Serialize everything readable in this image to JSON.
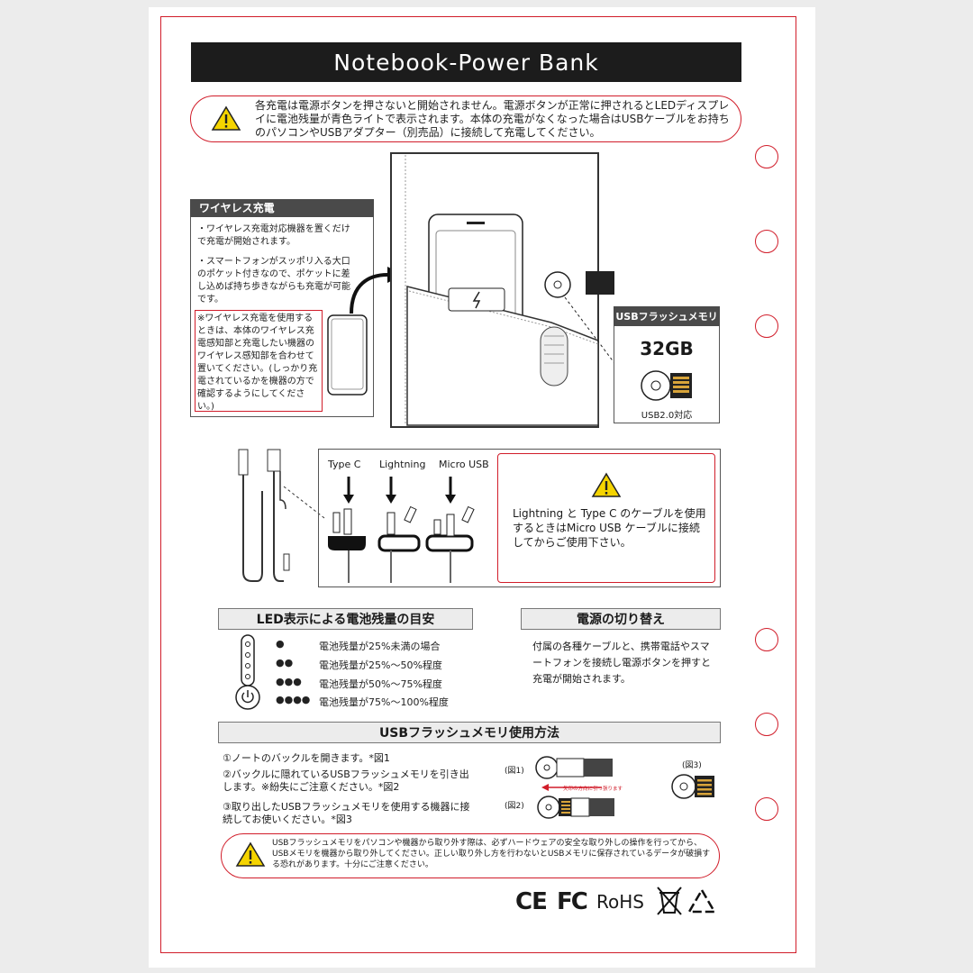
{
  "title": "Notebook-Power Bank",
  "top_warning": "各充電は電源ボタンを押さないと開始されません。電源ボタンが正常に押されるとLEDディスプレイに電池残量が青色ライトで表示されます。本体の充電がなくなった場合はUSBケーブルをお持ちのパソコンやUSBアダプター（別売品）に接続して充電してください。",
  "wireless": {
    "header": "ワイヤレス充電",
    "item1": "・ワイヤレス充電対応機器を置くだけで充電が開始されます。",
    "item2": "・スマートフォンがスッポリ入る大口のポケット付きなので、ポケットに差し込めば持ち歩きながらも充電が可能です。",
    "note": "※ワイヤレス充電を使用するときは、本体のワイヤレス充電感知部と充電したい機器のワイヤレス感知部を合わせて置いてください。(しっかり充電されているかを機器の方で確認するようにしてください。)"
  },
  "usb_card": {
    "header": "USBフラッシュメモリ",
    "capacity": "32GB",
    "spec": "USB2.0対応"
  },
  "cables": {
    "labels": [
      "Type C",
      "Lightning",
      "Micro USB"
    ],
    "warning": "Lightning と Type C のケーブルを使用するときはMicro USB ケーブルに接続してからご使用下さい。"
  },
  "led": {
    "header": "LED表示による電池残量の目安",
    "rows": [
      {
        "dots": "●",
        "text": "電池残量が25%未満の場合"
      },
      {
        "dots": "●●",
        "text": "電池残量が25%～50%程度"
      },
      {
        "dots": "●●●",
        "text": "電池残量が50%～75%程度"
      },
      {
        "dots": "●●●●",
        "text": "電池残量が75%～100%程度"
      }
    ]
  },
  "power": {
    "header": "電源の切り替え",
    "text": "付属の各種ケーブルと、携帯電話やスマートフォンを接続し電源ボタンを押すと充電が開始されます。"
  },
  "usb_usage": {
    "header": "USBフラッシュメモリ使用方法",
    "steps": [
      "①ノートのバックルを開きます。*図1",
      "②バックルに隠れているUSBフラッシュメモリを引き出します。※紛失にご注意ください。*図2",
      "③取り出したUSBフラッシュメモリを使用する機器に接続してお使いください。*図3"
    ],
    "fig1": "(図1)",
    "fig2": "(図2)",
    "fig3": "(図3)",
    "arrow_note": "矢印の方向に引っ張ります"
  },
  "bottom_warning": "USBフラッシュメモリをパソコンや機器から取り外す際は、必ずハードウェアの安全な取り外しの操作を行ってから、USBメモリを機器から取り外してください。正しい取り外し方を行わないとUSBメモリに保存されているデータが破損する恐れがあります。十分にご注意ください。",
  "certs": {
    "ce": "CE",
    "fc": "FC",
    "rohs": "RoHS"
  },
  "colors": {
    "accent": "#d11d2a",
    "title_bg": "#1c1c1c",
    "header_bg": "#ececec"
  }
}
